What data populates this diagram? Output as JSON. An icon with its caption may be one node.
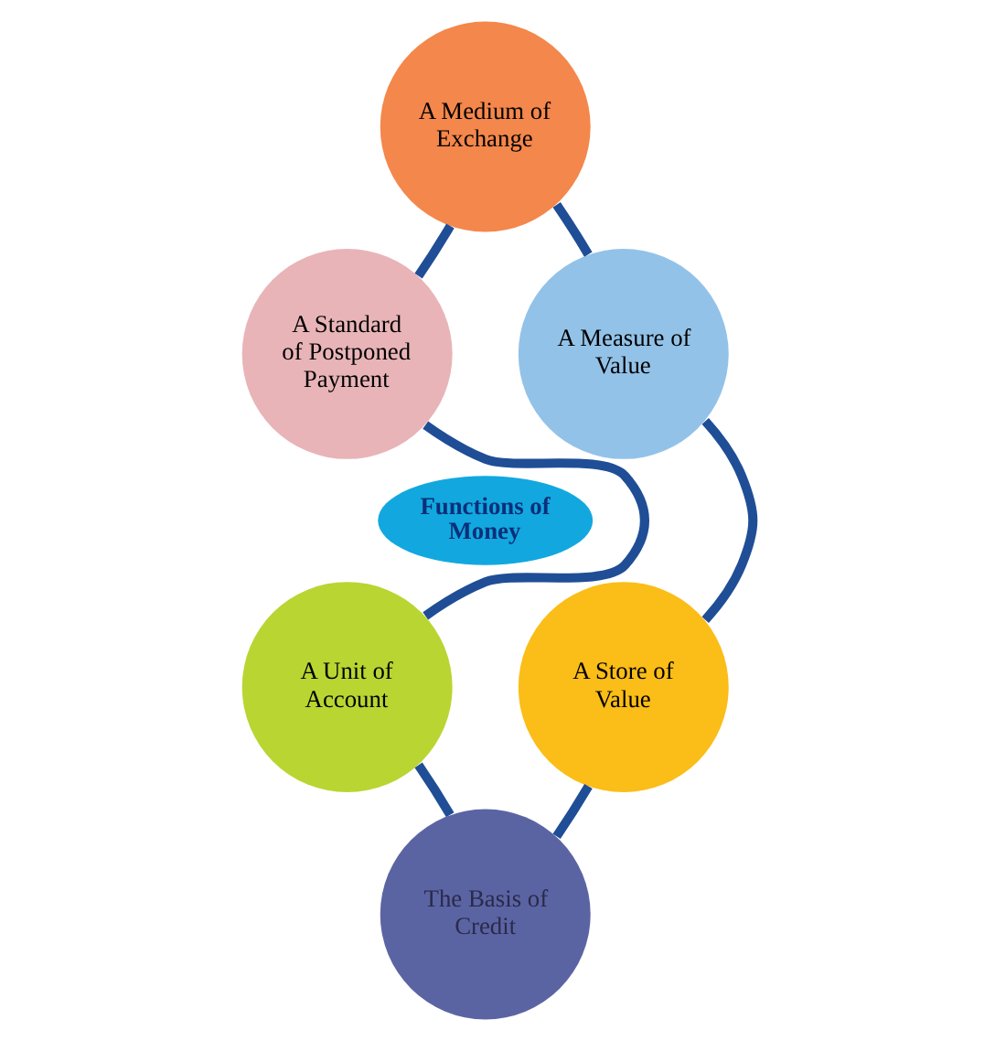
{
  "diagram": {
    "nodes": [
      {
        "text": [
          "A Medium of Exchange"
        ]
      },
      {
        "text": [
          "A Standard of Postponed Payment"
        ]
      },
      {
        "text": [
          "A Measure of Value"
        ]
      },
      {
        "text": [
          "Functions of Money"
        ]
      },
      {
        "text": [
          "A Unit of Account"
        ]
      },
      {
        "text": [
          "A Store of Value"
        ]
      },
      {
        "text": [
          "The Basis of Credit"
        ]
      }
    ],
    "edges": [
      {
        "from": 0,
        "to": 2,
        "arrow": "none"
      },
      {
        "from": 2,
        "to": 5,
        "arrow": "none"
      },
      {
        "from": 5,
        "to": 6,
        "arrow": "none"
      },
      {
        "from": 6,
        "to": 4,
        "arrow": "none"
      },
      {
        "from": 4,
        "to": 1,
        "arrow": "none"
      },
      {
        "from": 1,
        "to": 0,
        "arrow": "none"
      }
    ]
  }
}
